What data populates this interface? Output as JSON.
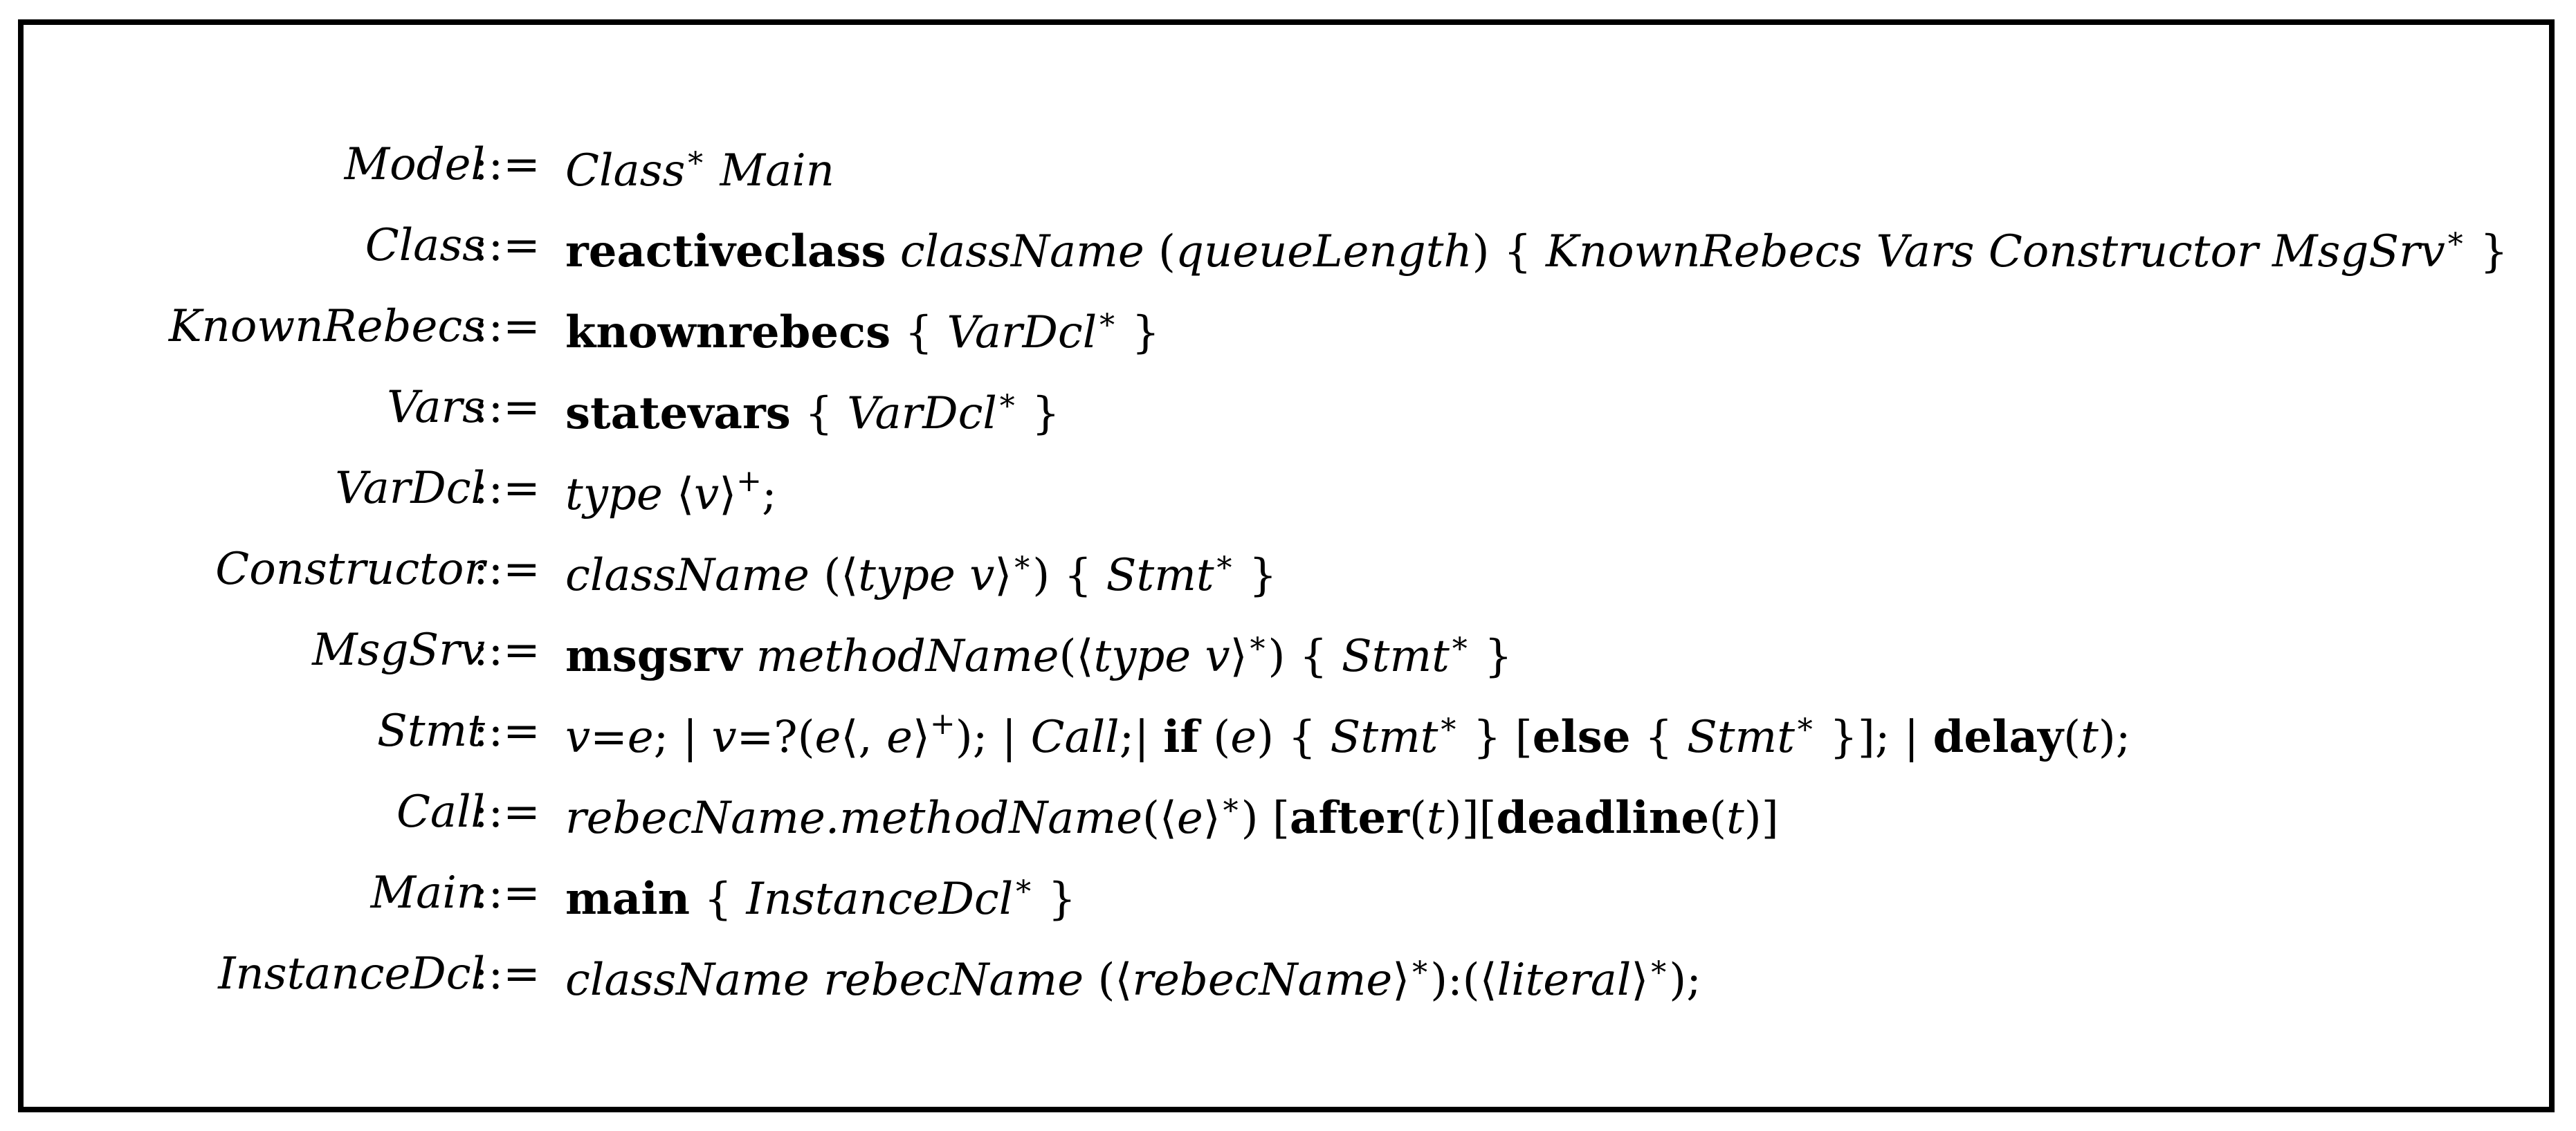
{
  "grammar": {
    "define_symbol": "::=",
    "rules": [
      {
        "lhs": "Model",
        "rhs": [
          {
            "t": "Class",
            "s": "nt"
          },
          {
            "t": "∗",
            "s": "sup"
          },
          {
            "t": " ",
            "s": "sym"
          },
          {
            "t": "Main",
            "s": "nt"
          }
        ]
      },
      {
        "lhs": "Class",
        "rhs": [
          {
            "t": "reactiveclass",
            "s": "kw"
          },
          {
            "t": " ",
            "s": "sym"
          },
          {
            "t": "className",
            "s": "nt"
          },
          {
            "t": " (",
            "s": "sym"
          },
          {
            "t": "queueLength",
            "s": "nt"
          },
          {
            "t": ") { ",
            "s": "sym"
          },
          {
            "t": "KnownRebecs Vars Constructor MsgSrv",
            "s": "nt"
          },
          {
            "t": "∗",
            "s": "sup"
          },
          {
            "t": " }",
            "s": "sym"
          }
        ]
      },
      {
        "lhs": "KnownRebecs",
        "rhs": [
          {
            "t": "knownrebecs",
            "s": "kw"
          },
          {
            "t": " { ",
            "s": "sym"
          },
          {
            "t": "VarDcl",
            "s": "nt"
          },
          {
            "t": "∗",
            "s": "sup"
          },
          {
            "t": " }",
            "s": "sym"
          }
        ]
      },
      {
        "lhs": "Vars",
        "rhs": [
          {
            "t": "statevars",
            "s": "kw"
          },
          {
            "t": " { ",
            "s": "sym"
          },
          {
            "t": "VarDcl",
            "s": "nt"
          },
          {
            "t": "∗",
            "s": "sup"
          },
          {
            "t": " }",
            "s": "sym"
          }
        ]
      },
      {
        "lhs": "VarDcl",
        "rhs": [
          {
            "t": "type",
            "s": "nt"
          },
          {
            "t": " ⟨",
            "s": "sym"
          },
          {
            "t": "v",
            "s": "nt"
          },
          {
            "t": "⟩",
            "s": "sym"
          },
          {
            "t": "+",
            "s": "sup"
          },
          {
            "t": ";",
            "s": "sym"
          }
        ]
      },
      {
        "lhs": "Constructor",
        "rhs": [
          {
            "t": "className",
            "s": "nt"
          },
          {
            "t": " (⟨",
            "s": "sym"
          },
          {
            "t": "type v",
            "s": "nt"
          },
          {
            "t": "⟩",
            "s": "sym"
          },
          {
            "t": "∗",
            "s": "sup"
          },
          {
            "t": ") { ",
            "s": "sym"
          },
          {
            "t": "Stmt",
            "s": "nt"
          },
          {
            "t": "∗",
            "s": "sup"
          },
          {
            "t": " }",
            "s": "sym"
          }
        ]
      },
      {
        "lhs": "MsgSrv",
        "rhs": [
          {
            "t": "msgsrv",
            "s": "kw"
          },
          {
            "t": " ",
            "s": "sym"
          },
          {
            "t": "methodName",
            "s": "nt"
          },
          {
            "t": "(⟨",
            "s": "sym"
          },
          {
            "t": "type v",
            "s": "nt"
          },
          {
            "t": "⟩",
            "s": "sym"
          },
          {
            "t": "∗",
            "s": "sup"
          },
          {
            "t": ") { ",
            "s": "sym"
          },
          {
            "t": "Stmt",
            "s": "nt"
          },
          {
            "t": "∗",
            "s": "sup"
          },
          {
            "t": " }",
            "s": "sym"
          }
        ]
      },
      {
        "lhs": "Stmt",
        "rhs": [
          {
            "t": "v",
            "s": "nt"
          },
          {
            "t": "=",
            "s": "sym"
          },
          {
            "t": "e",
            "s": "nt"
          },
          {
            "t": "; | ",
            "s": "sym"
          },
          {
            "t": "v",
            "s": "nt"
          },
          {
            "t": "=?(",
            "s": "sym"
          },
          {
            "t": "e",
            "s": "nt"
          },
          {
            "t": "⟨, ",
            "s": "sym"
          },
          {
            "t": "e",
            "s": "nt"
          },
          {
            "t": "⟩",
            "s": "sym"
          },
          {
            "t": "+",
            "s": "sup"
          },
          {
            "t": "); | ",
            "s": "sym"
          },
          {
            "t": "Call",
            "s": "nt"
          },
          {
            "t": ";| ",
            "s": "sym"
          },
          {
            "t": "if",
            "s": "kw"
          },
          {
            "t": " (",
            "s": "sym"
          },
          {
            "t": "e",
            "s": "nt"
          },
          {
            "t": ") { ",
            "s": "sym"
          },
          {
            "t": "Stmt",
            "s": "nt"
          },
          {
            "t": "∗",
            "s": "sup"
          },
          {
            "t": " } [",
            "s": "sym"
          },
          {
            "t": "else",
            "s": "kw"
          },
          {
            "t": " { ",
            "s": "sym"
          },
          {
            "t": "Stmt",
            "s": "nt"
          },
          {
            "t": "∗",
            "s": "sup"
          },
          {
            "t": " }]; | ",
            "s": "sym"
          },
          {
            "t": "delay",
            "s": "kw"
          },
          {
            "t": "(",
            "s": "sym"
          },
          {
            "t": "t",
            "s": "nt"
          },
          {
            "t": ");",
            "s": "sym"
          }
        ]
      },
      {
        "lhs": "Call",
        "rhs": [
          {
            "t": "rebecName.methodName",
            "s": "nt"
          },
          {
            "t": "(⟨",
            "s": "sym"
          },
          {
            "t": "e",
            "s": "nt"
          },
          {
            "t": "⟩",
            "s": "sym"
          },
          {
            "t": "∗",
            "s": "sup"
          },
          {
            "t": ") [",
            "s": "sym"
          },
          {
            "t": "after",
            "s": "kw"
          },
          {
            "t": "(",
            "s": "sym"
          },
          {
            "t": "t",
            "s": "nt"
          },
          {
            "t": ")][",
            "s": "sym"
          },
          {
            "t": "deadline",
            "s": "kw"
          },
          {
            "t": "(",
            "s": "sym"
          },
          {
            "t": "t",
            "s": "nt"
          },
          {
            "t": ")]",
            "s": "sym"
          }
        ]
      },
      {
        "lhs": "Main",
        "rhs": [
          {
            "t": "main",
            "s": "kw"
          },
          {
            "t": " { ",
            "s": "sym"
          },
          {
            "t": "InstanceDcl",
            "s": "nt"
          },
          {
            "t": "∗",
            "s": "sup"
          },
          {
            "t": " }",
            "s": "sym"
          }
        ]
      },
      {
        "lhs": "InstanceDcl",
        "rhs": [
          {
            "t": "className rebecName",
            "s": "nt"
          },
          {
            "t": " (⟨",
            "s": "sym"
          },
          {
            "t": "rebecName",
            "s": "nt"
          },
          {
            "t": "⟩",
            "s": "sym"
          },
          {
            "t": "∗",
            "s": "sup"
          },
          {
            "t": "):(⟨",
            "s": "sym"
          },
          {
            "t": "literal",
            "s": "nt"
          },
          {
            "t": "⟩",
            "s": "sym"
          },
          {
            "t": "∗",
            "s": "sup"
          },
          {
            "t": ");",
            "s": "sym"
          }
        ]
      }
    ]
  }
}
